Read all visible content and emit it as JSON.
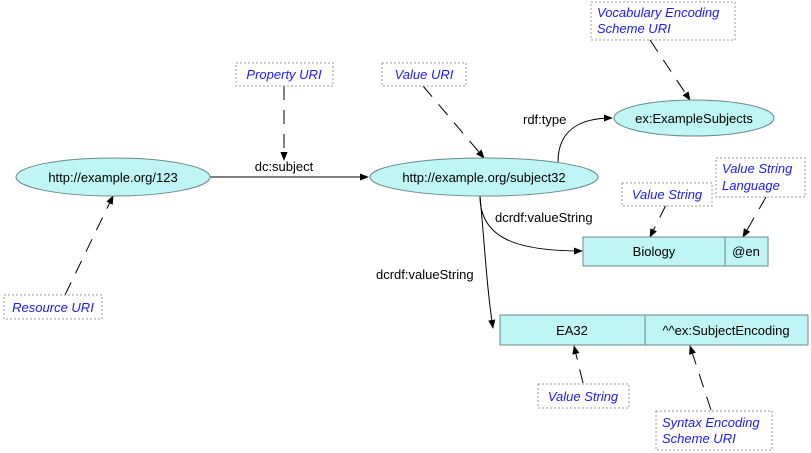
{
  "nodes": {
    "resource": "http://example.org/123",
    "value": "http://example.org/subject32",
    "scheme": "ex:ExampleSubjects"
  },
  "value_strings": {
    "biology": {
      "text": "Biology",
      "lang": "@en"
    },
    "ea32": {
      "text": "EA32",
      "datatype": "^^ex:SubjectEncoding"
    }
  },
  "edges": {
    "subject": "dc:subject",
    "type": "rdf:type",
    "value_string_1": "dcrdf:valueString",
    "value_string_2": "dcrdf:valueString"
  },
  "notes": {
    "property_uri": "Property URI",
    "value_uri": "Value URI",
    "resource_uri": "Resource URI",
    "vocab_line1": "Vocabulary Encoding",
    "vocab_line2": "Scheme URI",
    "value_string_1": "Value String",
    "value_string_lang_line1": "Value String",
    "value_string_lang_line2": "Language",
    "value_string_2": "Value String",
    "syntax_line1": "Syntax Encoding",
    "syntax_line2": "Scheme URI"
  },
  "colors": {
    "node_fill": "#bff5f5",
    "note_text": "#1a1aff"
  }
}
